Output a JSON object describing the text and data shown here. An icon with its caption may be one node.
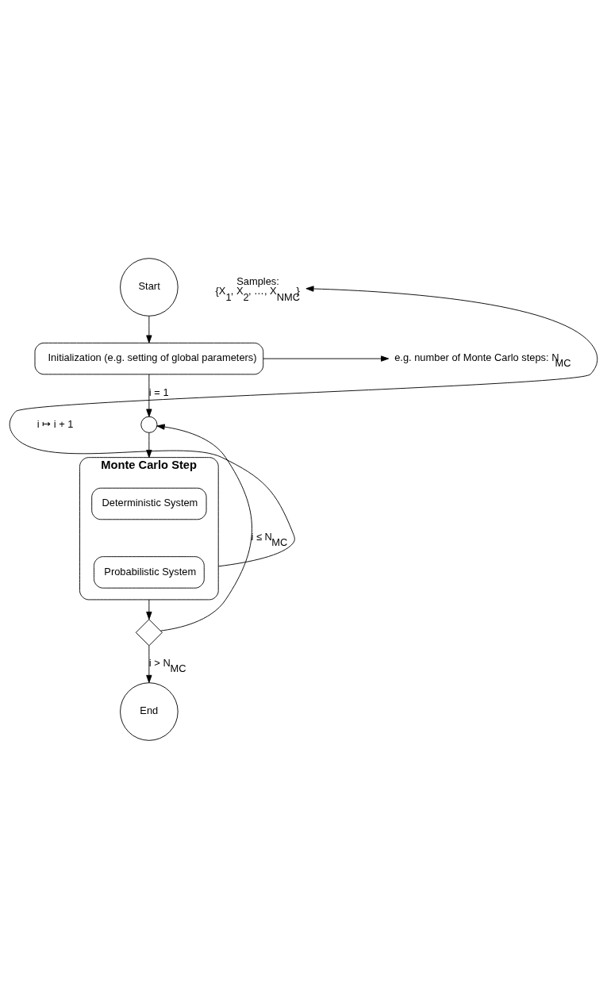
{
  "diagram": {
    "nodes": [
      {
        "text": [
          "Start"
        ]
      },
      {
        "text": [
          "Initialization (e.g. setting of global parameters)"
        ]
      },
      {
        "text": [
          "e.g. number of Monte Carlo steps: N$_{MC}$"
        ]
      },
      {
        "text": [],
        "shape": "circle"
      },
      {
        "text": [
          "Monte Carlo Step"
        ]
      },
      {
        "text": [
          "Deterministic System"
        ],
        "in": 4
      },
      {
        "text": [
          "Probabilistic System"
        ],
        "in": 4
      },
      {
        "text": [
          "Samples:",
          "{X$_{1}$, X$_{2}$, …, X$_{NMC}$}"
        ]
      },
      {
        "text": [],
        "shape": "diamond"
      },
      {
        "text": [
          "End"
        ]
      }
    ],
    "edges": [
      {
        "from": 0,
        "to": 1,
        "arrow": "to"
      },
      {
        "from": 1,
        "to": 2,
        "arrow": "to"
      },
      {
        "from": 1,
        "to": 3,
        "arrow": "to",
        "label": "i = 1"
      },
      {
        "from": 3,
        "to": 4,
        "arrow": "to"
      },
      {
        "from": 4,
        "to": 7,
        "arrow": "to"
      },
      {
        "from": 4,
        "to": 8,
        "arrow": "to"
      },
      {
        "from": 8,
        "to": 3,
        "arrow": "to",
        "label": "i ≤ N$_{MC}$"
      },
      {
        "from": 8,
        "to": 9,
        "arrow": "to",
        "label": "i > N$_{MC}$"
      }
    ],
    "labels": [
      "i ↦ i + 1"
    ]
  }
}
